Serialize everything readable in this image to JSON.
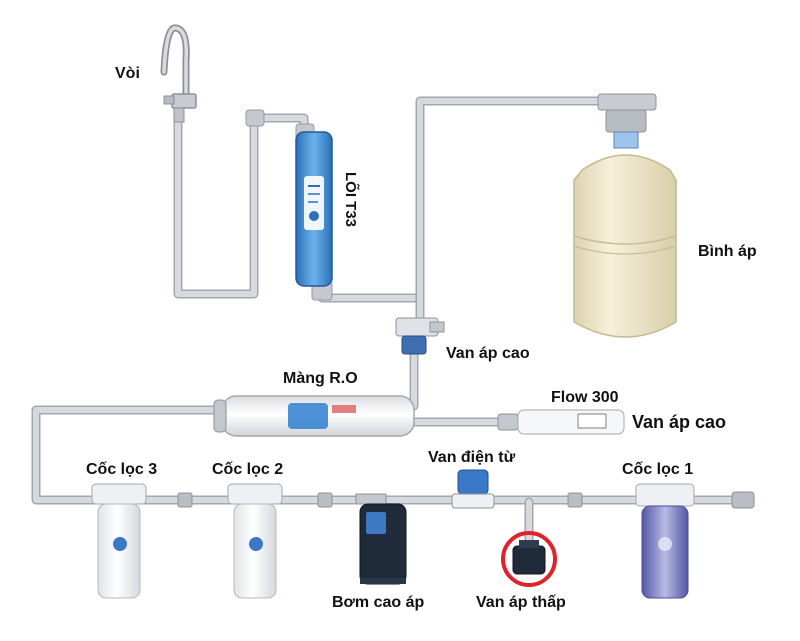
{
  "labels": {
    "faucet": "Vòi",
    "t33_core": "LÕI T33",
    "pressure_tank": "Bình áp",
    "high_pressure_valve_top": "Van áp cao",
    "ro_membrane": "Màng R.O",
    "flow_restrictor": "Flow 300",
    "high_pressure_valve_right": "Van áp cao",
    "filter_3": "Cốc lọc 3",
    "filter_2": "Cốc lọc 2",
    "solenoid_valve": "Van điện từ",
    "filter_1": "Cốc lọc 1",
    "booster_pump": "Bơm cao áp",
    "low_pressure_valve": "Van áp thấp"
  },
  "colors": {
    "pipe": "#c9cdd3",
    "pipe_edge": "#a3a8af",
    "tank": "#f1ead0",
    "t33_blue": "#3b8fd8",
    "filter_housing": "#f4f6f8",
    "filter_1_housing": "#6b6fb8",
    "pump": "#1f2a3a",
    "highlight_ring": "#e0222b"
  }
}
